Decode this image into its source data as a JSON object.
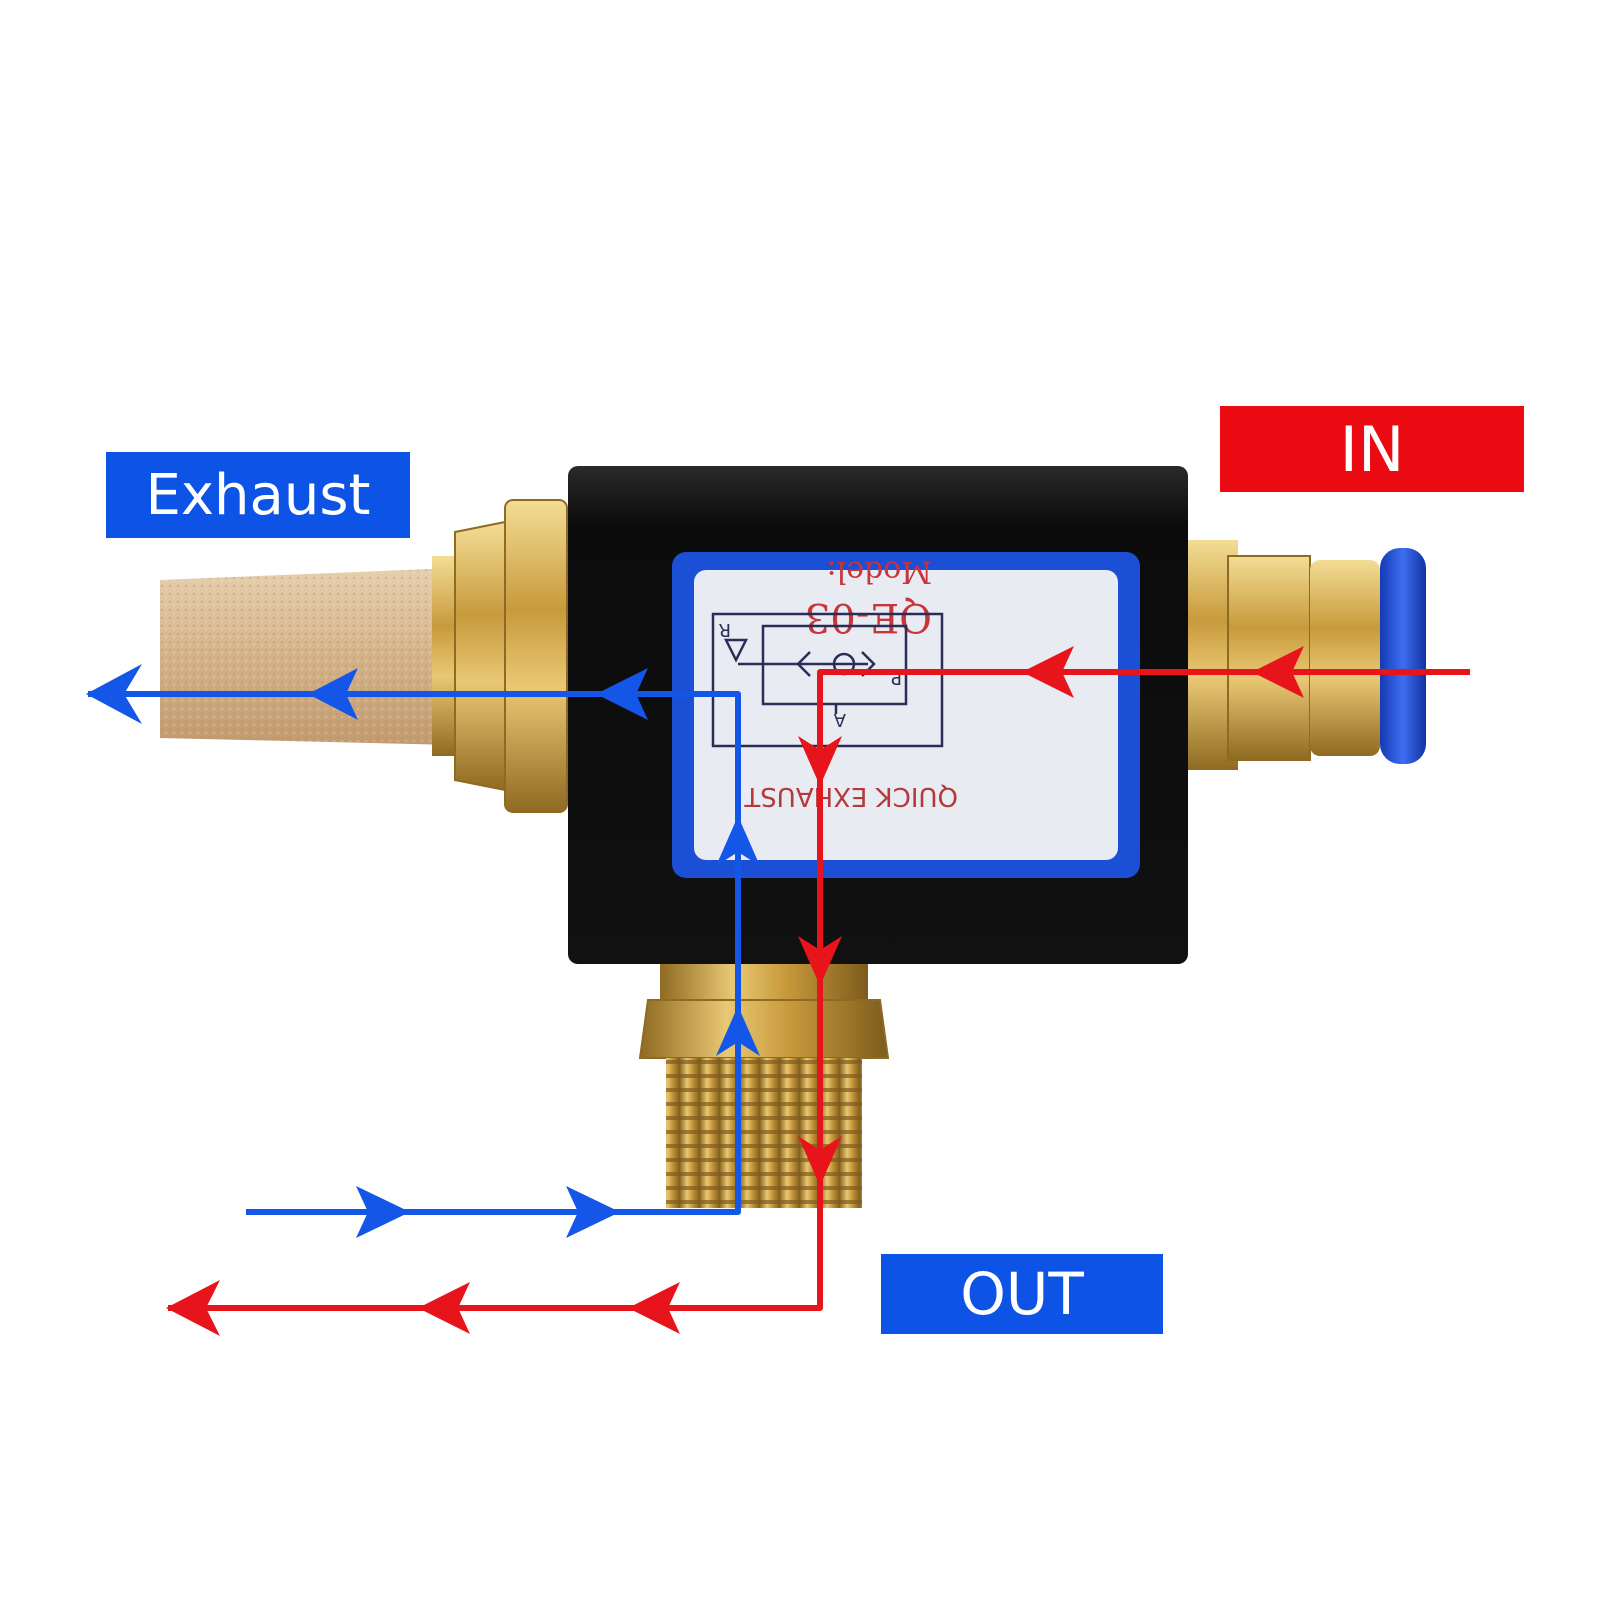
{
  "labels": {
    "exhaust": "Exhaust",
    "in": "IN",
    "out": "OUT"
  },
  "plate": {
    "model_label": "Model:",
    "model_number": "QE-03",
    "product_name": "QUICK EXHAUST",
    "port_r": "R",
    "port_p": "P",
    "port_a": "A"
  },
  "colors": {
    "exhaust_flow": "#1457e8",
    "supply_flow": "#e8141b",
    "label_blue": "#0c53e6",
    "label_red": "#ea0a12",
    "valve_body": "#0d0d0d",
    "plate_border": "#1b4fd6",
    "brass": "#c9a24a",
    "muffler": "#d9b88e",
    "push_ring": "#1f4fe0"
  }
}
